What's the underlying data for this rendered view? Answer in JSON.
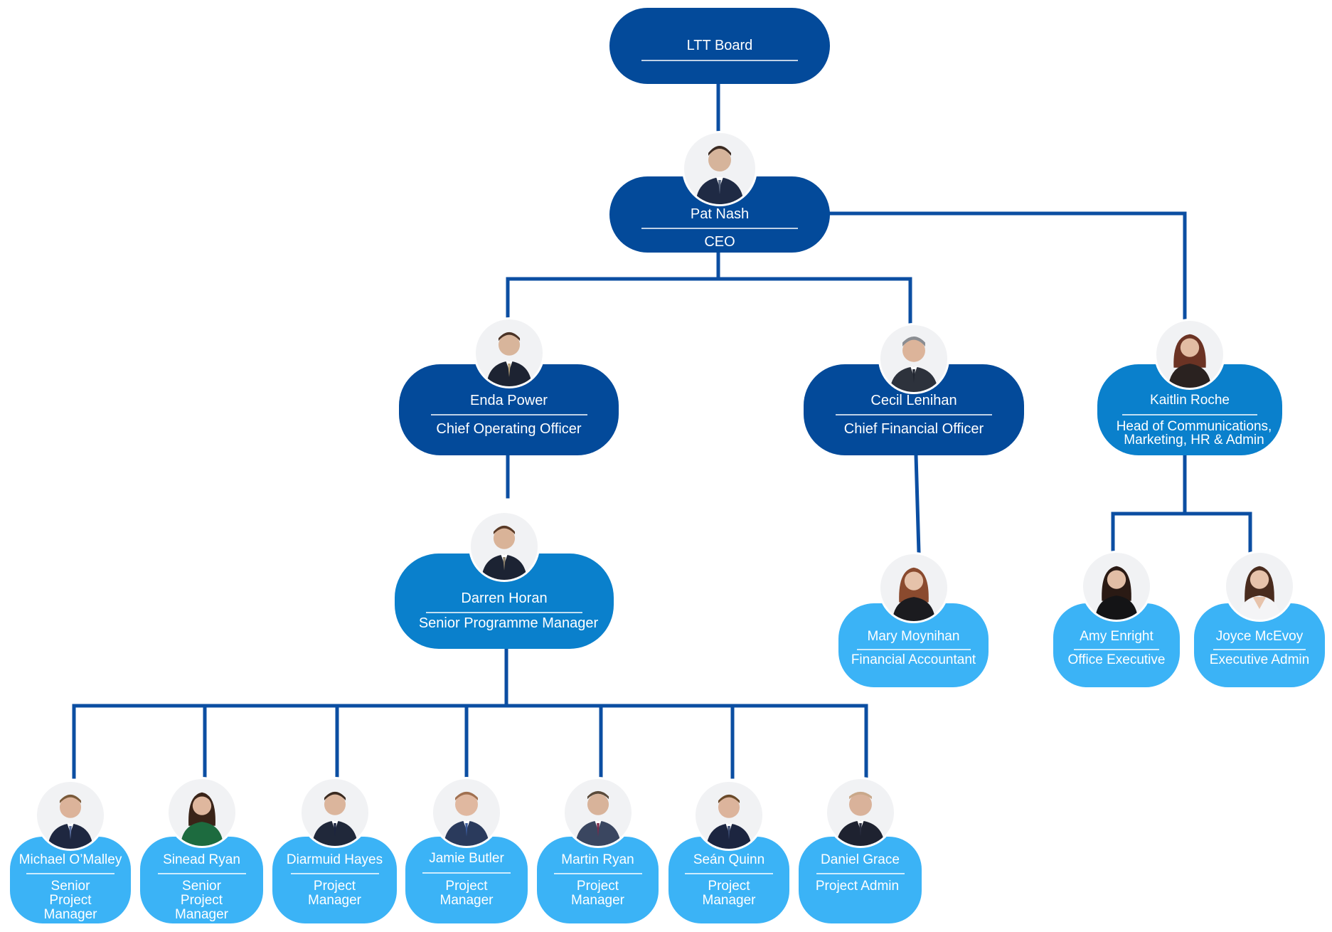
{
  "colors": {
    "line": "#0b4ea2",
    "dark": "#034a9a",
    "mid": "#0a80cc",
    "light": "#3bb3f6"
  },
  "board": {
    "name": "LTT Board"
  },
  "people": [
    {
      "id": "pat-nash",
      "name": "Pat Nash",
      "role": "CEO",
      "tone": "dark",
      "photo": "avatar-man-suit"
    },
    {
      "id": "enda-power",
      "name": "Enda Power",
      "role": "Chief Operating Officer",
      "tone": "dark",
      "photo": "avatar-man-suit"
    },
    {
      "id": "cecil-lenihan",
      "name": "Cecil Lenihan",
      "role": "Chief Financial Officer",
      "tone": "dark",
      "photo": "avatar-man-suit"
    },
    {
      "id": "kaitlin-roche",
      "name": "Kaitlin Roche",
      "role": "Head of Communications, Marketing, HR & Admin",
      "tone": "mid",
      "photo": "avatar-woman"
    },
    {
      "id": "darren-horan",
      "name": "Darren Horan",
      "role": "Senior Programme Manager",
      "tone": "mid",
      "photo": "avatar-man-suit"
    },
    {
      "id": "mary-moynihan",
      "name": "Mary Moynihan",
      "role": "Financial Accountant",
      "tone": "light",
      "photo": "avatar-woman"
    },
    {
      "id": "amy-enright",
      "name": "Amy Enright",
      "role": "Office Executive",
      "tone": "light",
      "photo": "avatar-woman"
    },
    {
      "id": "joyce-mcevoy",
      "name": "Joyce McEvoy",
      "role": "Executive Admin",
      "tone": "light",
      "photo": "avatar-woman"
    },
    {
      "id": "michael-omalley",
      "name": "Michael O’Malley",
      "role": "Senior Project Manager",
      "tone": "light",
      "photo": "avatar-man-suit"
    },
    {
      "id": "sinead-ryan",
      "name": "Sinead Ryan",
      "role": "Senior Project Manager",
      "tone": "light",
      "photo": "avatar-woman"
    },
    {
      "id": "diarmuid-hayes",
      "name": "Diarmuid Hayes",
      "role": "Project Manager",
      "tone": "light",
      "photo": "avatar-man-suit"
    },
    {
      "id": "jamie-butler",
      "name": "Jamie Butler",
      "role": "Project Manager",
      "tone": "light",
      "photo": "avatar-man-suit"
    },
    {
      "id": "martin-ryan",
      "name": "Martin Ryan",
      "role": "Project Manager",
      "tone": "light",
      "photo": "avatar-man-suit"
    },
    {
      "id": "sean-quinn",
      "name": "Seán Quinn",
      "role": "Project Manager",
      "tone": "light",
      "photo": "avatar-man-suit"
    },
    {
      "id": "daniel-grace",
      "name": "Daniel Grace",
      "role": "Project Admin",
      "tone": "light",
      "photo": "avatar-man-suit"
    }
  ],
  "reports": [
    [
      "LTT Board",
      "Pat Nash"
    ],
    [
      "Pat Nash",
      "Enda Power"
    ],
    [
      "Pat Nash",
      "Cecil Lenihan"
    ],
    [
      "Pat Nash",
      "Kaitlin Roche"
    ],
    [
      "Enda Power",
      "Darren Horan"
    ],
    [
      "Cecil Lenihan",
      "Mary Moynihan"
    ],
    [
      "Kaitlin Roche",
      "Amy Enright"
    ],
    [
      "Kaitlin Roche",
      "Joyce McEvoy"
    ],
    [
      "Darren Horan",
      "Michael O’Malley"
    ],
    [
      "Darren Horan",
      "Sinead Ryan"
    ],
    [
      "Darren Horan",
      "Diarmuid Hayes"
    ],
    [
      "Darren Horan",
      "Jamie Butler"
    ],
    [
      "Darren Horan",
      "Martin Ryan"
    ],
    [
      "Darren Horan",
      "Seán Quinn"
    ],
    [
      "Darren Horan",
      "Daniel Grace"
    ]
  ]
}
